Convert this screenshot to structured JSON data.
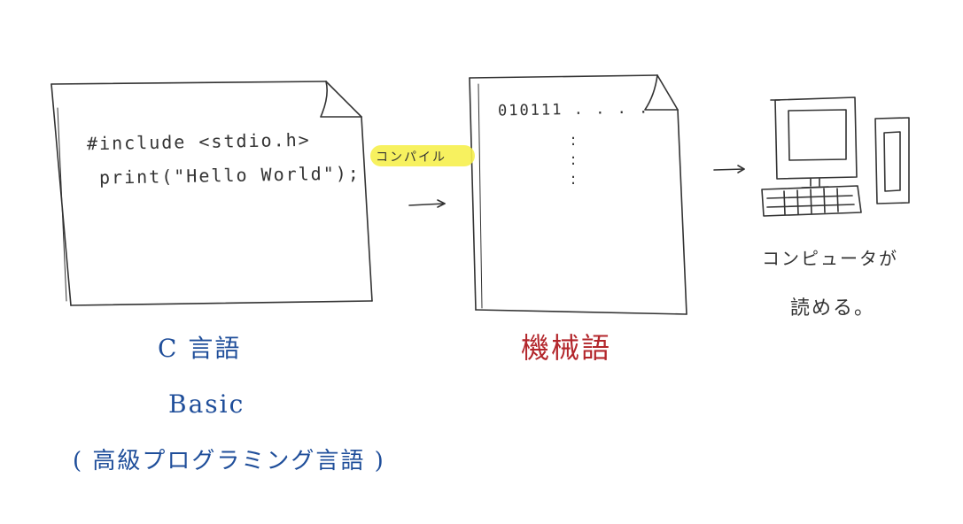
{
  "source": {
    "code_line_1": "#include <stdio.h>",
    "code_line_2": "print(\"Hello World\");",
    "label_c": "C 言語",
    "label_basic": "Basic",
    "label_high_level": "( 高級プログラミング言語 )"
  },
  "compile_step": {
    "label": "コンパイル",
    "highlight_color": "#f6ef4e"
  },
  "machine": {
    "bits_line": "010111 . . . .",
    "ellipsis": ":",
    "label": "機械語"
  },
  "computer": {
    "caption_line_1": "コンピュータが",
    "caption_line_2": "読める。"
  },
  "colors": {
    "ink": "#333333",
    "blue": "#1f4e9a",
    "red": "#b3262b"
  }
}
